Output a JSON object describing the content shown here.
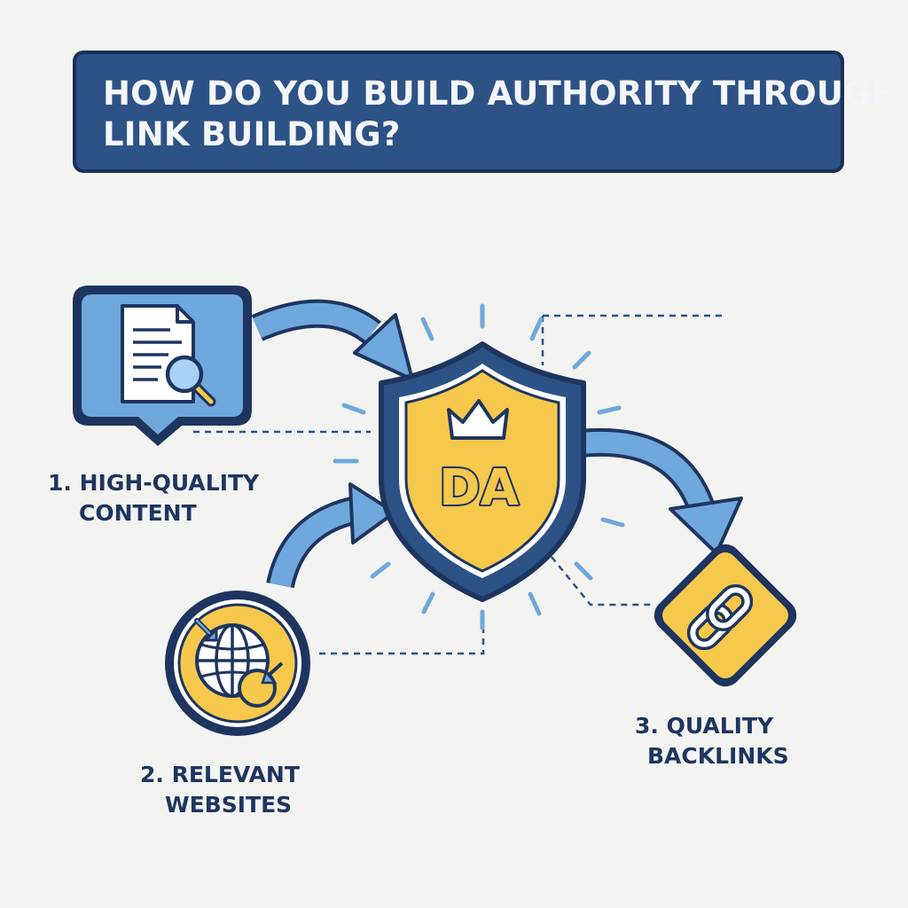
{
  "title": {
    "line1": "HOW DO YOU BUILD AUTHORITY THROUGH",
    "line2": "LINK BUILDING?"
  },
  "center": {
    "badge_text": "DA",
    "icon": "crown-icon"
  },
  "steps": [
    {
      "line1": "1. HIGH-QUALITY",
      "line2": "CONTENT",
      "icon": "document-search-icon"
    },
    {
      "line1": "2. RELEVANT",
      "line2": "WEBSITES",
      "icon": "globe-target-icon"
    },
    {
      "line1": "3. QUALITY",
      "line2": "BACKLINKS",
      "icon": "chain-link-icon"
    }
  ],
  "colors": {
    "navy": "#1e3560",
    "banner": "#2d5286",
    "gold": "#f6c84c",
    "light_blue": "#6fa8dc",
    "background": "#f3f3f2"
  }
}
